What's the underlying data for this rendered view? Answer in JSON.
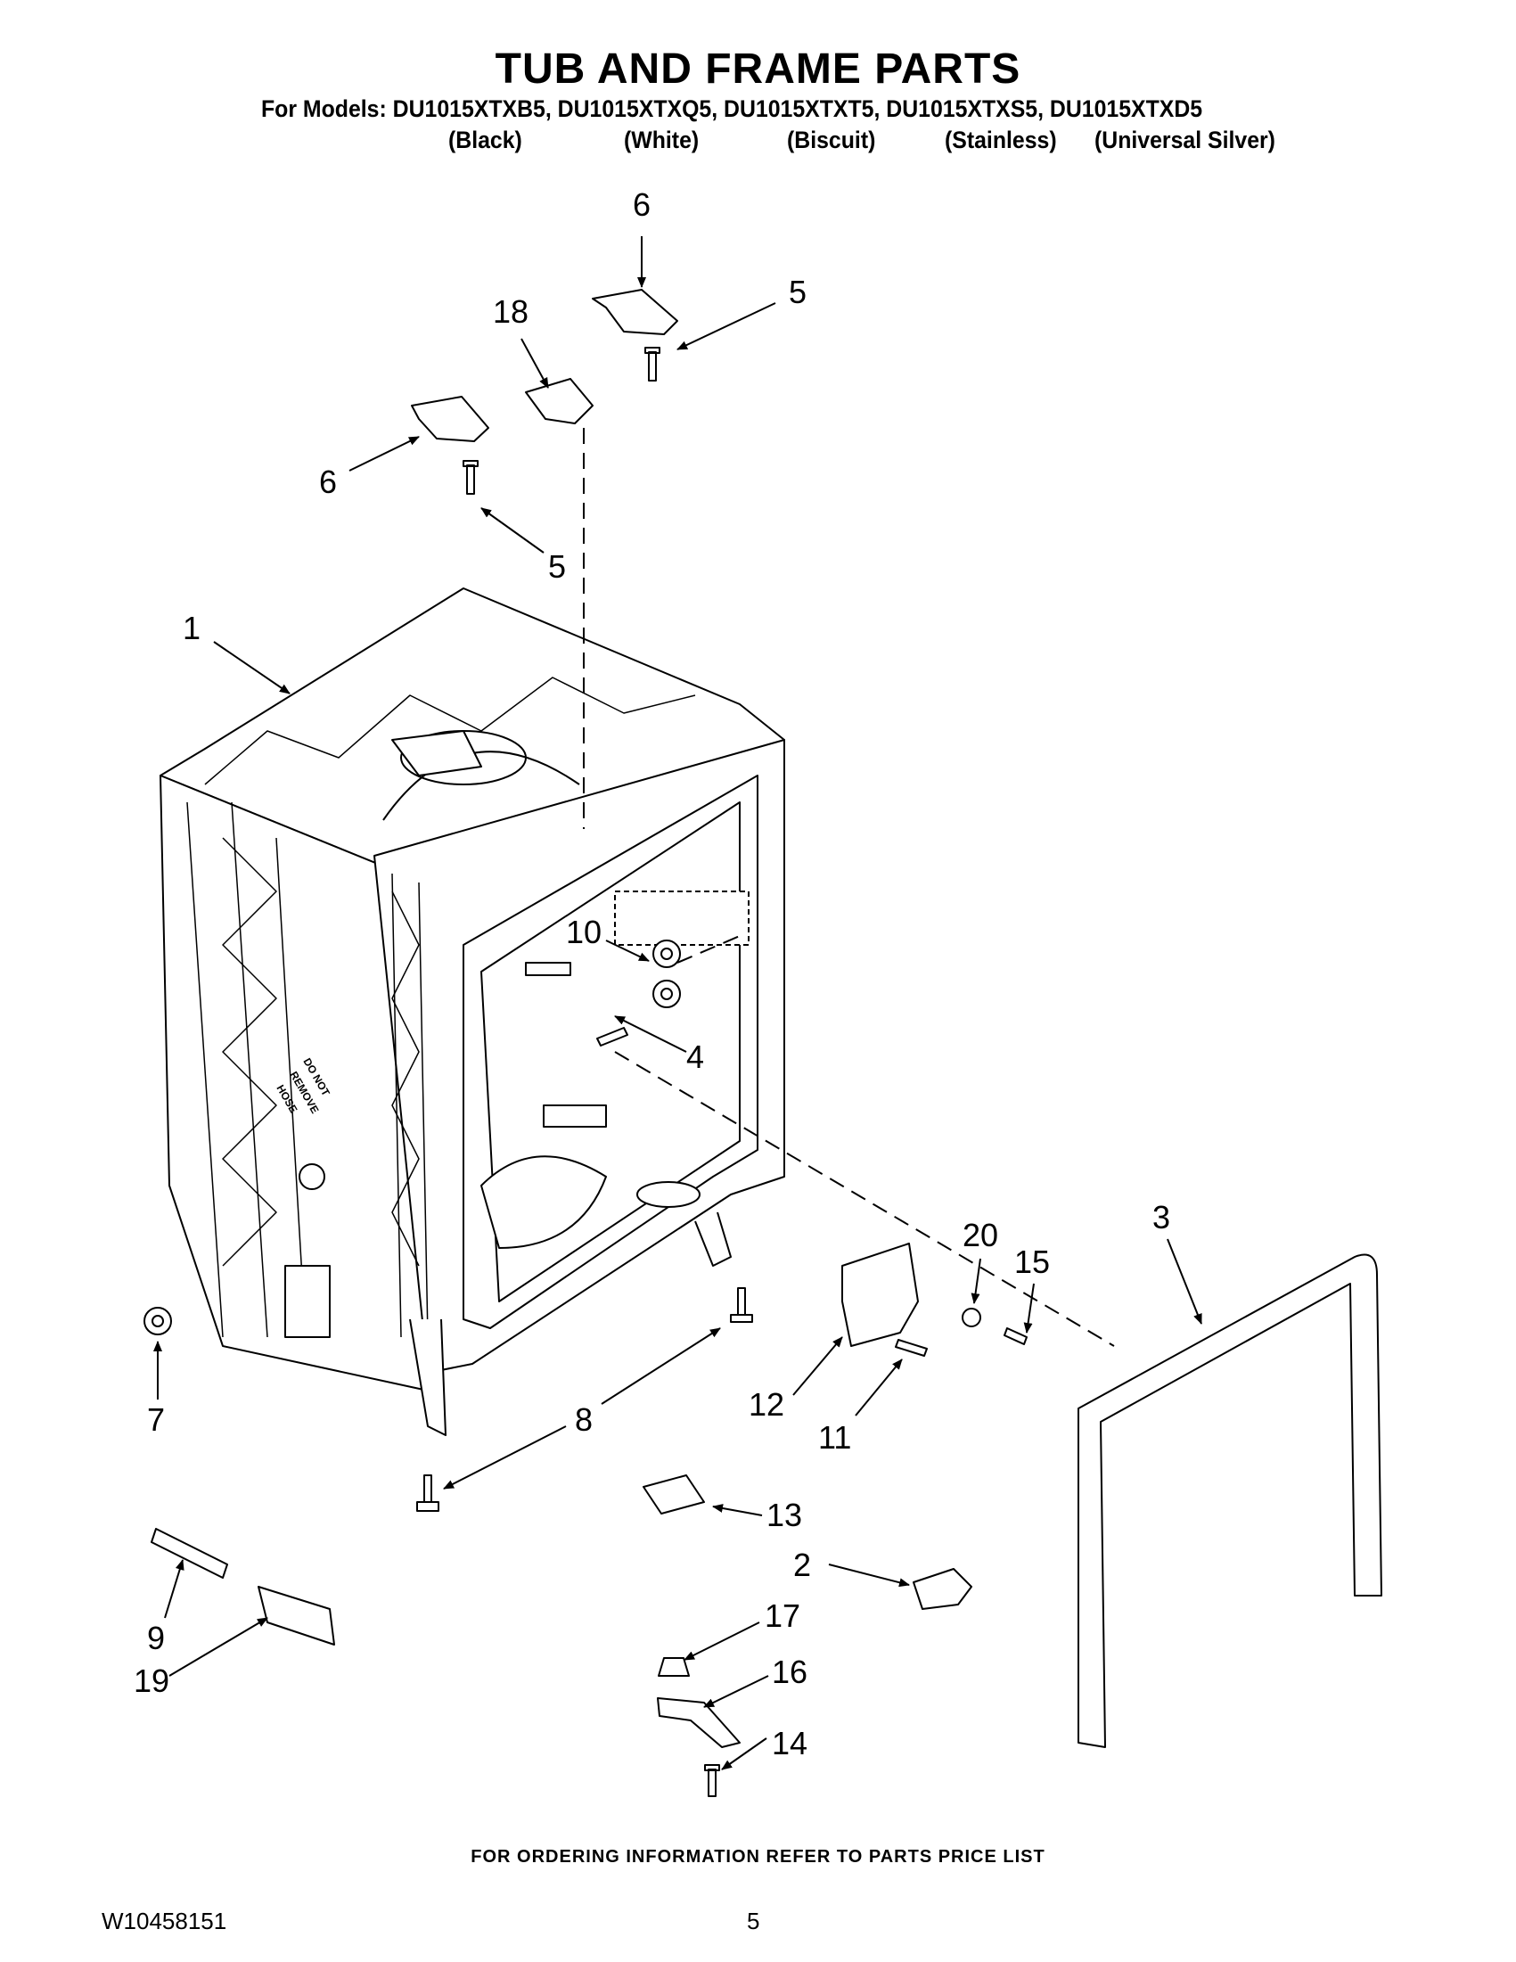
{
  "title": "TUB AND FRAME PARTS",
  "models_line": "For Models: DU1015XTXB5, DU1015XTXQ5, DU1015XTXT5, DU1015XTXS5, DU1015XTXD5",
  "colors": [
    "(Black)",
    "(White)",
    "(Biscuit)",
    "(Stainless)",
    "(Universal Silver)"
  ],
  "callouts": [
    "1",
    "2",
    "3",
    "4",
    "5",
    "5",
    "6",
    "6",
    "7",
    "8",
    "9",
    "10",
    "11",
    "12",
    "13",
    "14",
    "15",
    "16",
    "17",
    "18",
    "19",
    "20"
  ],
  "label_on_part": {
    "line1": "DO NOT",
    "line2": "REMOVE",
    "line3": "HOSE"
  },
  "footer": {
    "ordering": "FOR ORDERING INFORMATION REFER TO PARTS PRICE LIST",
    "doc_number": "W10458151",
    "page_number": "5"
  }
}
